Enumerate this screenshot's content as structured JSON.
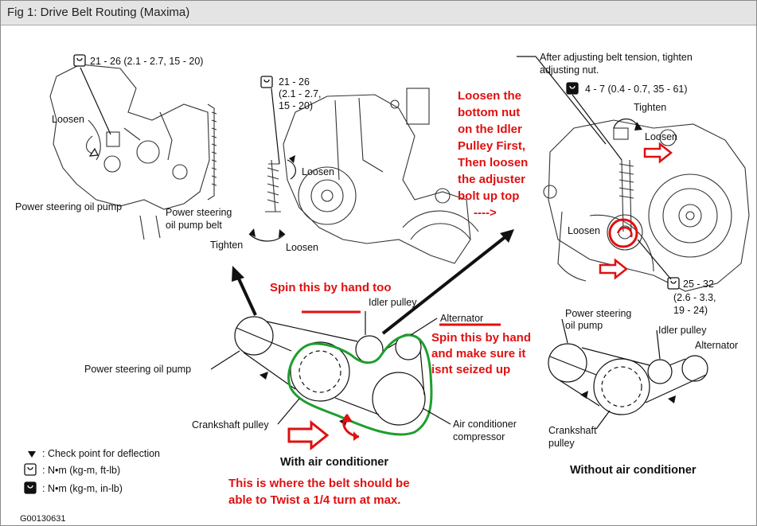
{
  "title": "Fig 1: Drive Belt Routing (Maxima)",
  "labels": {
    "torque_ps": "21 - 26 (2.1 - 2.7, 15 - 20)",
    "loosen_ps": "Loosen",
    "ps_oil_pump": "Power steering oil pump",
    "ps_oil_pump_belt_1": "Power steering",
    "ps_oil_pump_belt_2": "oil pump belt",
    "tighten_ps": "Tighten",
    "torque_mid_1": "21 - 26",
    "torque_mid_2": "(2.1 - 2.7,",
    "torque_mid_3": "15 - 20)",
    "loosen_mid": "Loosen",
    "loosen_bottom": "Loosen",
    "after_adjust_1": "After adjusting belt tension, tighten",
    "after_adjust_2": "adjusting nut.",
    "torque_right": "4 - 7 (0.4 - 0.7, 35 - 61)",
    "tighten_right": "Tighten",
    "loosen_right": "Loosen",
    "loosen_right2": "Loosen",
    "torque_r2_1": "25 - 32",
    "torque_r2_2": "(2.6 - 3.3,",
    "torque_r2_3": "19 - 24)",
    "idler_pulley": "Idler pulley",
    "alternator": "Alternator",
    "ps_oil_pump_ac": "Power steering oil pump",
    "crankshaft_pulley": "Crankshaft pulley",
    "ac_comp_1": "Air conditioner",
    "ac_comp_2": "compressor",
    "with_ac": "With air conditioner",
    "noac_ps_1": "Power steering",
    "noac_ps_2": "oil pump",
    "noac_idler": "Idler pulley",
    "noac_alt": "Alternator",
    "noac_crank_1": "Crankshaft",
    "noac_crank_2": "pulley",
    "without_ac": "Without air conditioner",
    "legend_check": ": Check point for deflection",
    "legend_nm_ft": ": N•m (kg-m, ft-lb)",
    "legend_nm_in": ": N•m (kg-m, in-lb)",
    "fig_code": "G00130631"
  },
  "annotations": {
    "loosen_note": [
      "Loosen the",
      "bottom nut",
      "on the Idler",
      "Pulley First,",
      "Then loosen",
      "the adjuster",
      "bolt up top",
      "---->"
    ],
    "spin_idler": "Spin this by hand too",
    "spin_alt": [
      "Spin this by hand",
      "and make sure it",
      "isnt seized up"
    ],
    "twist_note": [
      "This is where the belt should be",
      "able to Twist a 1/4 turn at max."
    ]
  },
  "colors": {
    "annotation": "#e01010",
    "belt_highlight": "#1e9e2e",
    "titlebar": "#e4e4e4"
  }
}
